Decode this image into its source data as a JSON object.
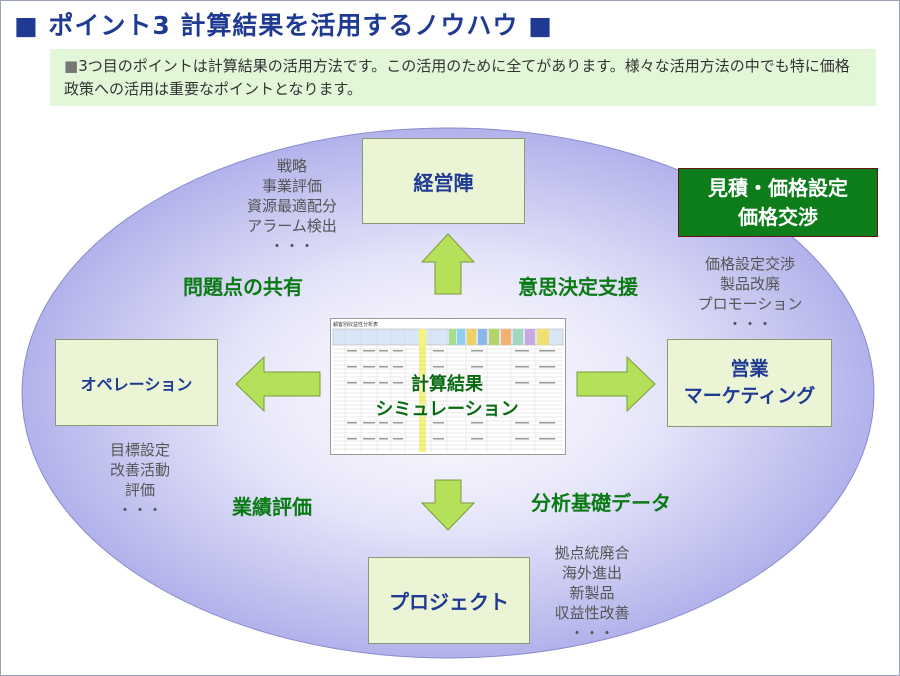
{
  "title": "■ ポイント3  計算結果を活用するノウハウ ■",
  "intro": {
    "bullet": "■",
    "text": "3つ目のポイントは計算結果の活用方法です。この活用のために全てがあります。様々な活用方法の中でも特に価格政策への活用は重要なポイントとなります。"
  },
  "boxes": {
    "top": "経営陣",
    "left": "オペレーション",
    "right": [
      "営業",
      "マーケティング"
    ],
    "bottom": "プロジェクト"
  },
  "highlight": [
    "見積・価格設定",
    "価格交渉"
  ],
  "notes": {
    "top": [
      "戦略",
      "事業評価",
      "資源最適配分",
      "アラーム検出",
      "・・・"
    ],
    "right": [
      "価格設定交渉",
      "製品改廃",
      "プロモーション",
      "・・・"
    ],
    "left": [
      "目標設定",
      "改善活動",
      "評価",
      "・・・"
    ],
    "bottom": [
      "拠点統廃合",
      "海外進出",
      "新製品",
      "収益性改善",
      "・・・"
    ]
  },
  "relations": {
    "top_left": "問題点の共有",
    "top_right": "意思決定支援",
    "bottom_left": "業績評価",
    "bottom_right": "分析基礎データ"
  },
  "center": {
    "sheet_caption": "顧客別収益性分析表",
    "label": [
      "計算結果",
      "シミュレーション"
    ]
  },
  "colors": {
    "title": "#1f3a93",
    "intro_bg": "#e2f7d8",
    "ellipse_center": "#ffffff",
    "ellipse_edge": "#a8a8e8",
    "box_fill": "#ebf5d6",
    "arrow_fill": "#b5e05a",
    "relation_text": "#0a7a14",
    "highlight_bg": "#0d7d1b"
  }
}
